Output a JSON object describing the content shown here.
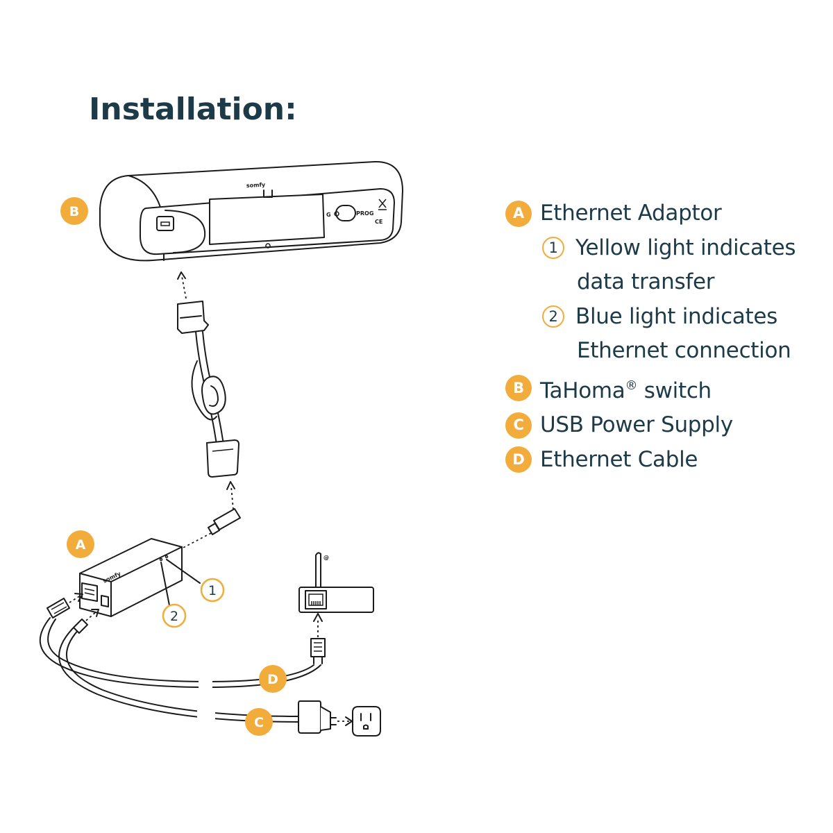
{
  "title": "Installation:",
  "colors": {
    "badge": "#f2ac3b",
    "text": "#1c3a47",
    "line": "#1a1a1a"
  },
  "legend": [
    {
      "marker": "A",
      "style": "badge",
      "text": "Ethernet Adaptor"
    },
    {
      "marker": "1",
      "style": "number",
      "text": "Yellow light indicates"
    },
    {
      "marker": "",
      "style": "continuation",
      "text": "data transfer"
    },
    {
      "marker": "2",
      "style": "number",
      "text": "Blue light indicates"
    },
    {
      "marker": "",
      "style": "continuation",
      "text": "Ethernet connection"
    },
    {
      "marker": "B",
      "style": "badge",
      "text": "TaHoma",
      "superscript": "®",
      "text_after": " switch"
    },
    {
      "marker": "C",
      "style": "badge",
      "text": "USB Power Supply"
    },
    {
      "marker": "D",
      "style": "badge",
      "text": "Ethernet Cable"
    }
  ],
  "diagram_labels": {
    "switch_badge": "B",
    "adaptor_badge": "A",
    "cable_badge": "D",
    "power_badge": "C",
    "yellow_light_number": "1",
    "blue_light_number": "2"
  },
  "device_markings": {
    "brand": "somfy",
    "button": "PROG",
    "ce_mark": "CE",
    "router_symbol": "@"
  },
  "icons": [
    "tahoma-switch-icon",
    "usb-cable-icon",
    "ethernet-adaptor-icon",
    "router-icon",
    "ethernet-plug-icon",
    "power-adapter-icon",
    "wall-outlet-icon"
  ]
}
